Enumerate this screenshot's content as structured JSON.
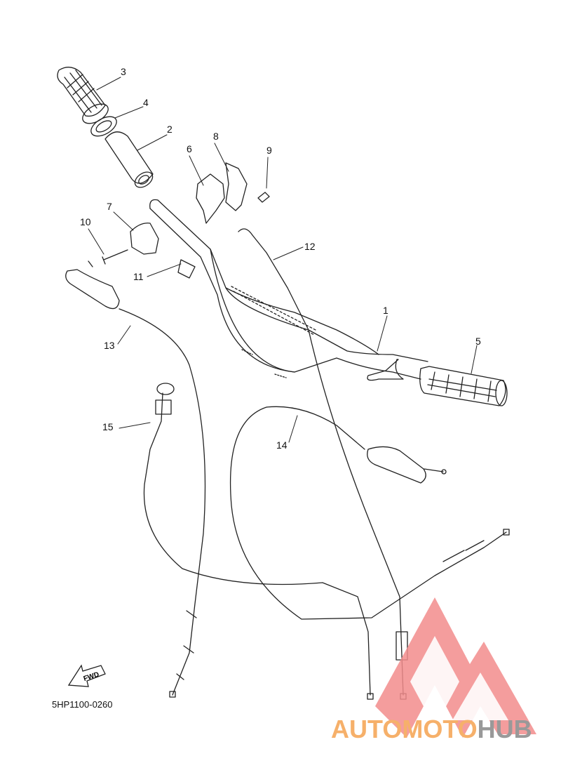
{
  "diagram": {
    "code": "5HP1100-0260",
    "direction_label": "FWD",
    "callouts": [
      "1",
      "2",
      "3",
      "4",
      "5",
      "6",
      "7",
      "8",
      "9",
      "10",
      "11",
      "12",
      "13",
      "14",
      "15"
    ]
  },
  "watermark": {
    "part1": "AUTOMOTO",
    "part2": "HUB",
    "colors": {
      "orange": "#f6b06a",
      "gray": "#999999",
      "red": "#f28c8c"
    }
  }
}
